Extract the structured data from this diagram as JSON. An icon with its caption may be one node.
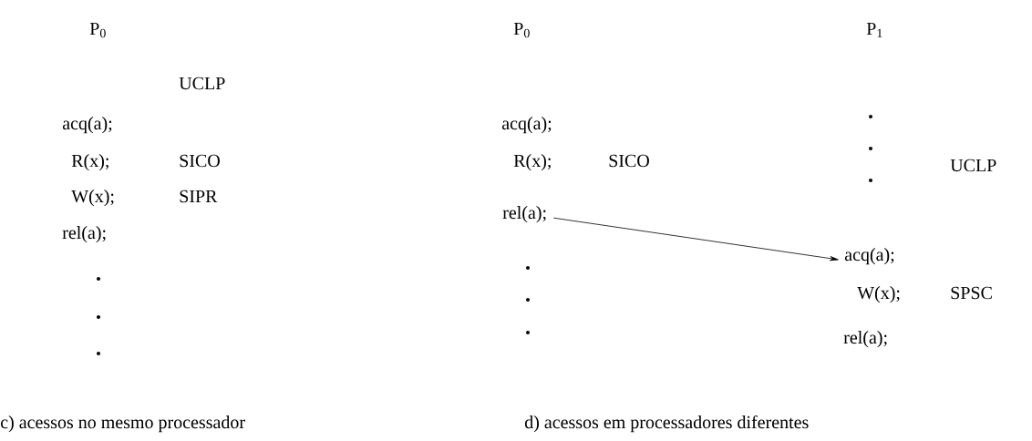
{
  "diagram": {
    "nodes": [
      {
        "text": [
          "rel(a);"
        ]
      },
      {
        "text": [
          "acq(a);"
        ]
      }
    ],
    "edges": [
      {
        "from": 0,
        "to": 1,
        "arrow": "to"
      }
    ],
    "labels": [
      "P$_{0}$",
      "P$_{0}$",
      "P$_{1}$",
      "UCLP",
      "acq(a);",
      "acq(a);",
      "R(x);",
      "SICO",
      "R(x);",
      "SICO",
      "UCLP",
      "W(x);",
      "SIPR",
      "rel(a);",
      "W(x);",
      "SPSC",
      "rel(a);",
      "c) acessos no mesmo processador",
      "d) acessos em processadores diferentes"
    ]
  }
}
